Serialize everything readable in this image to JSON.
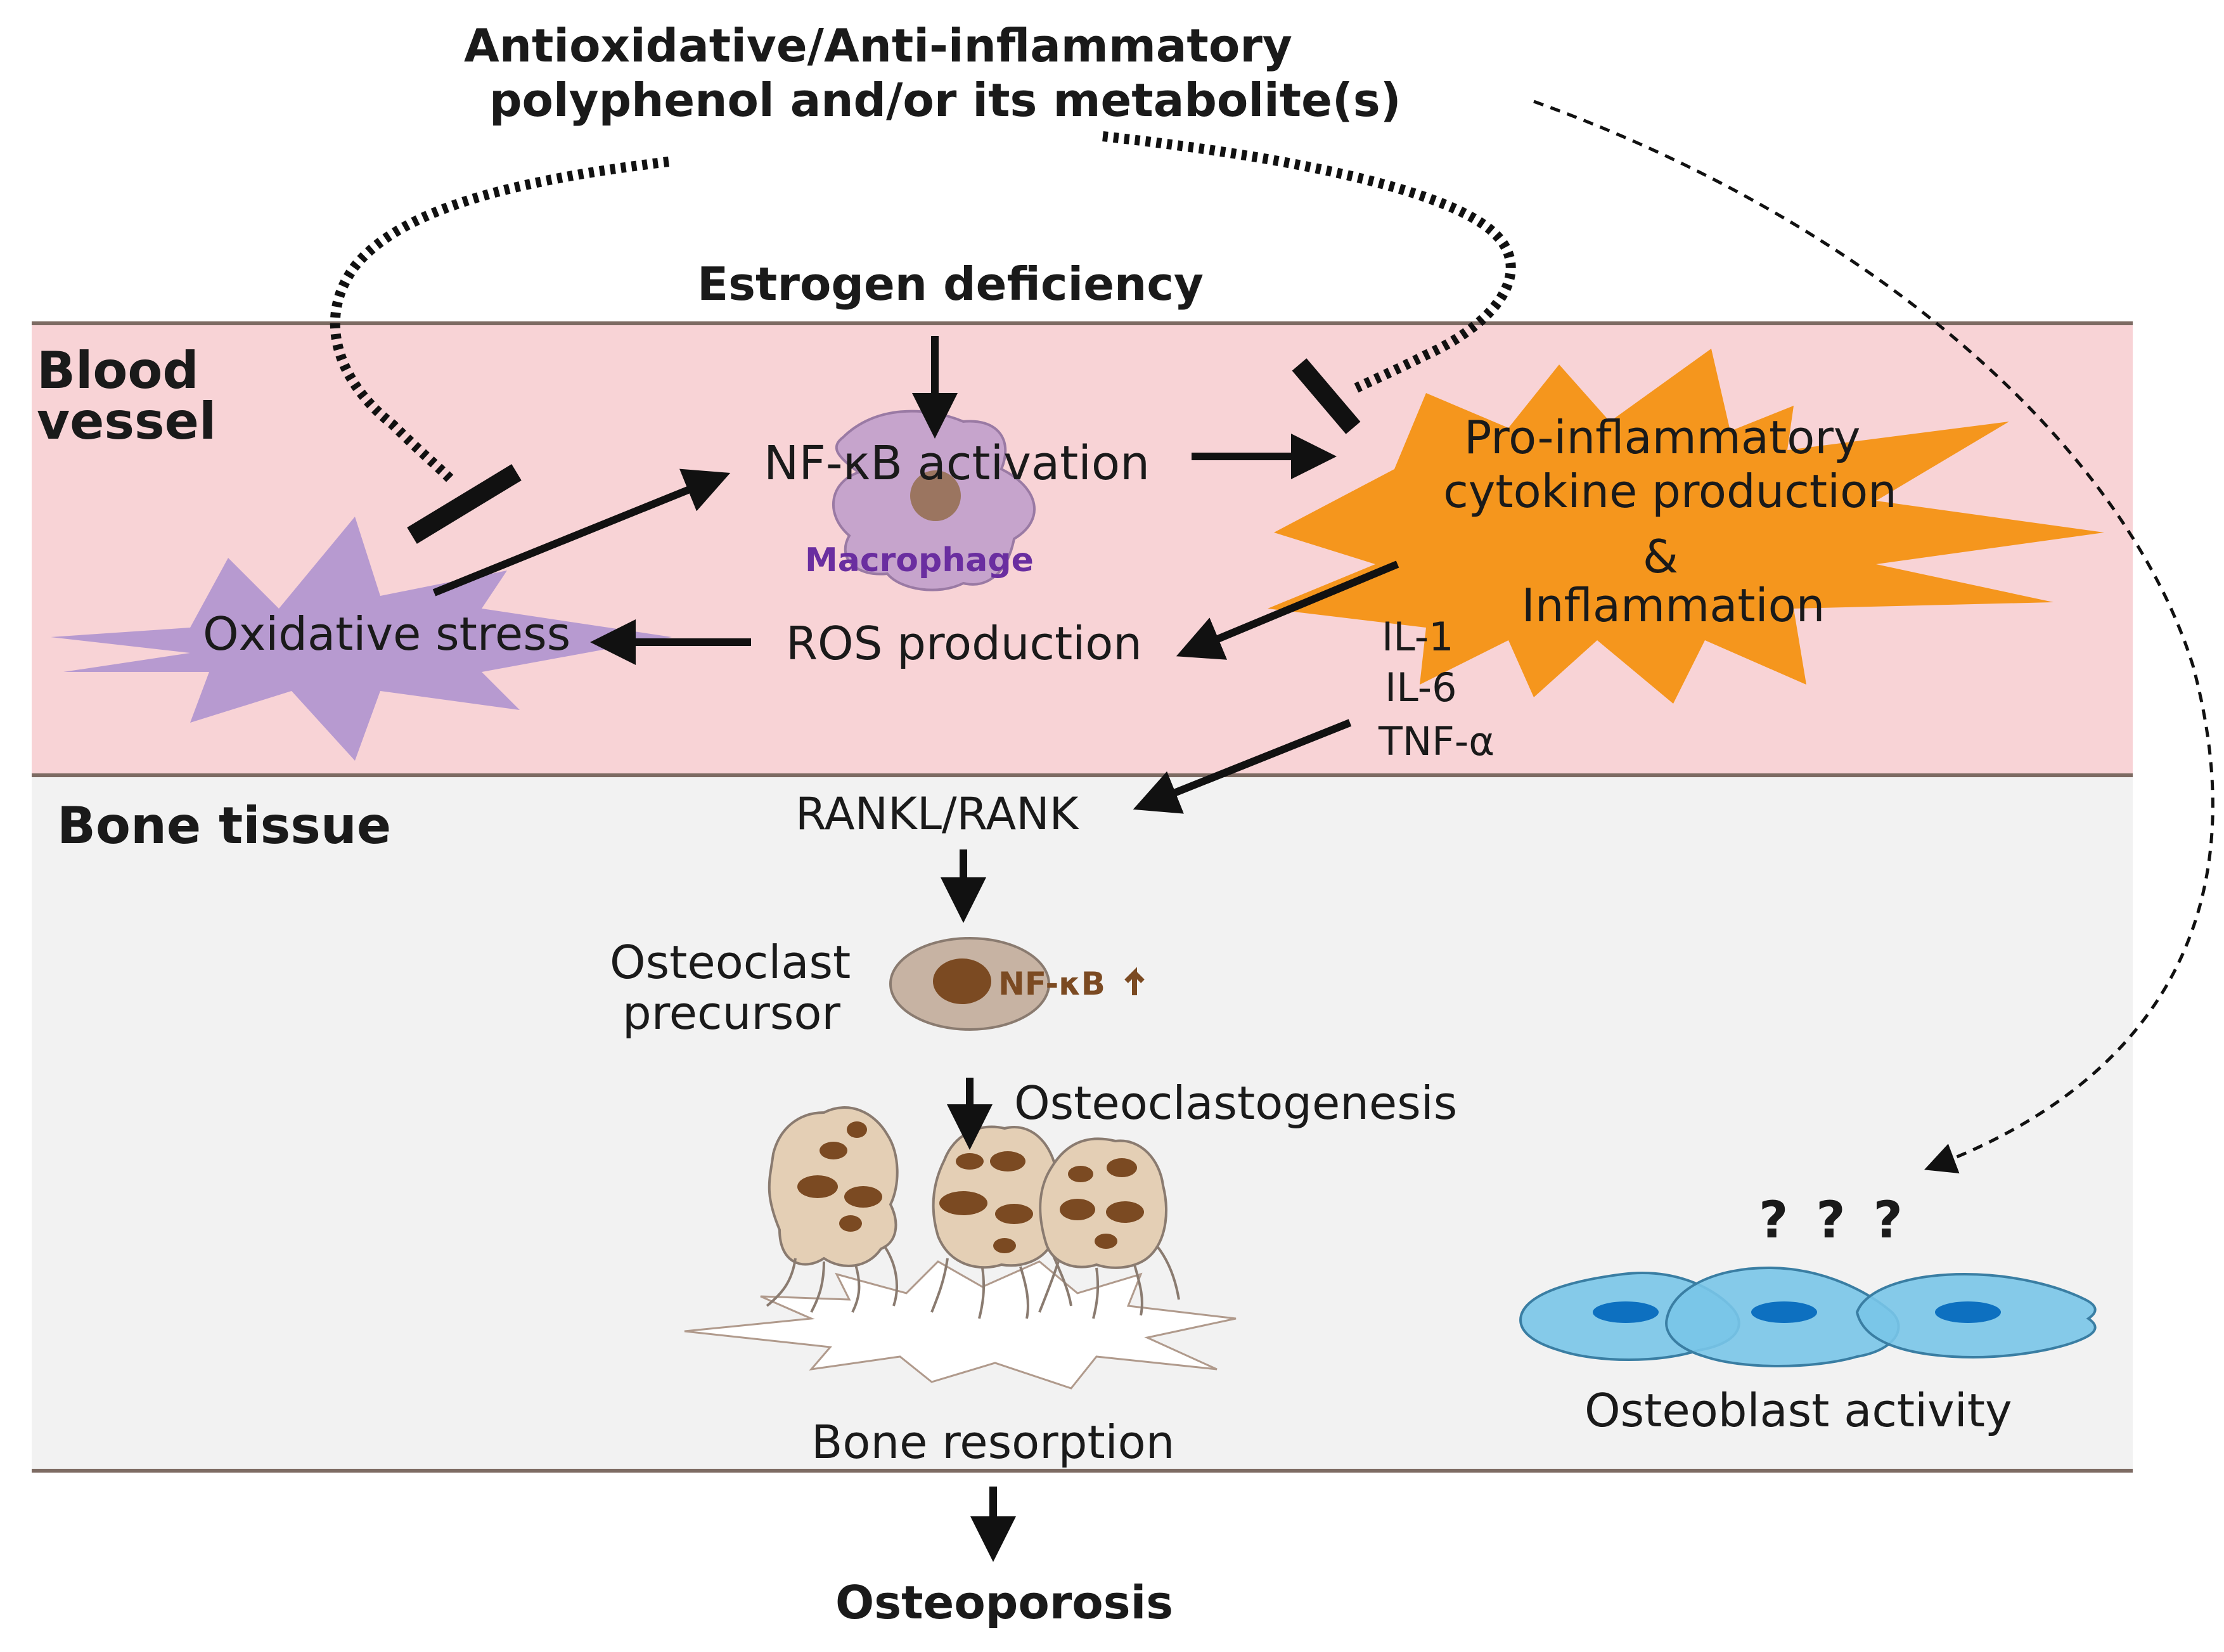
{
  "title_line1": "Antioxidative/Anti-inflammatory",
  "title_line2": "polyphenol and/or its metabolite(s)",
  "estrogen": "Estrogen deficiency",
  "blood_vessel_line1": "Blood",
  "blood_vessel_line2": "vessel",
  "bone_tissue": "Bone tissue",
  "nfkb_activation": "NF-κB activation",
  "macrophage": "Macrophage",
  "proinflam_line1": "Pro-inflammatory",
  "proinflam_line2": "cytokine production",
  "proinflam_line3": "&",
  "proinflam_line4": "Inflammation",
  "oxidative_stress": "Oxidative stress",
  "ros_production": "ROS production",
  "cytokines": [
    "IL-1",
    "IL-6",
    "TNF-α"
  ],
  "rankl": "RANKL/RANK",
  "osteoclast_precursor_line1": "Osteoclast",
  "osteoclast_precursor_line2": "precursor",
  "precursor_nfkb": "NF-κB",
  "osteoclastogenesis": "Osteoclastogenesis",
  "bone_resorption": "Bone resorption",
  "osteoblast_activity": "Osteoblast activity",
  "question_marks": "? ? ?",
  "osteoporosis": "Osteoporosis",
  "colors": {
    "blood_vessel_band": "#f8d3d6",
    "bone_band": "#f2f2f2",
    "band_border": "#7d6b63",
    "oxidative_burst": "#b79ad0",
    "macrophage": "#c6a4cc",
    "inflammation_burst": "#f5961d",
    "osteoclast": "#e4cfb5",
    "nucleus": "#7b4a22",
    "osteoblast": "#79c5e8",
    "osteoblast_nucleus": "#0d70c0",
    "macrophage_label": "#6a2ea0",
    "nfkb_label": "#7b4a22"
  }
}
